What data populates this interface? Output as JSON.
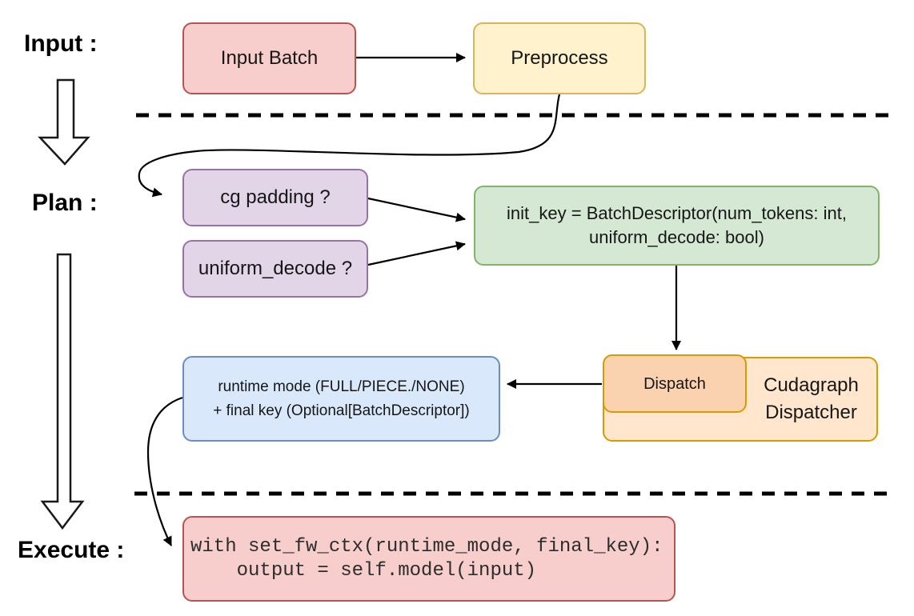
{
  "stages": {
    "input": "Input :",
    "plan": "Plan :",
    "execute": "Execute :"
  },
  "nodes": {
    "input_batch": {
      "label": "Input Batch"
    },
    "preprocess": {
      "label": "Preprocess"
    },
    "cg_padding": {
      "label": "cg padding ?"
    },
    "uniform_decode": {
      "label": "uniform_decode ?"
    },
    "init_key": {
      "lines": [
        "init_key = BatchDescriptor(num_tokens: int,",
        "uniform_decode: bool)"
      ]
    },
    "dispatch": {
      "label": "Dispatch"
    },
    "cudagraph_dispatcher": {
      "label": "Cudagraph Dispatcher"
    },
    "runtime_mode": {
      "lines": [
        "runtime mode (FULL/PIECE./NONE)",
        "+ final key (Optional[BatchDescriptor])"
      ]
    },
    "execute_code": {
      "lines": [
        "with set_fw_ctx(runtime_mode, final_key):",
        "    output = self.model(input)"
      ]
    }
  },
  "palette": {
    "red_fill": "#f8cecc",
    "red_stroke": "#b85450",
    "yellow_fill": "#fff2cc",
    "yellow_stroke": "#d6b656",
    "purple_fill": "#e1d5e7",
    "purple_stroke": "#9673a6",
    "green_fill": "#d5e8d4",
    "green_stroke": "#82b366",
    "blue_fill": "#dae8fc",
    "blue_stroke": "#6c8ebf",
    "orange_light_fill": "#ffe6cc",
    "orange_dark_fill": "#fad2b0",
    "orange_stroke": "#d79b00",
    "line_color": "#000000"
  }
}
